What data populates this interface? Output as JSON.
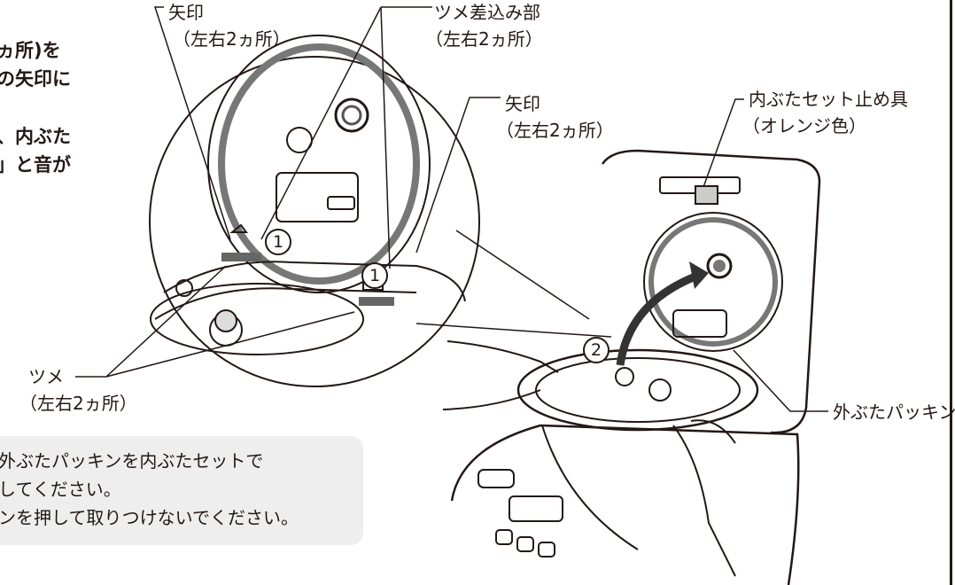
{
  "instructions": {
    "line1": "ヵ所)を",
    "line2": "の矢印に",
    "line3": "、内ぶた",
    "line4": "」と音が"
  },
  "labels": {
    "arrow_mark_left": "矢印",
    "arrow_mark_left_sub": "（左右2ヵ所）",
    "claw_insert": "ツメ差込み部",
    "claw_insert_sub": "（左右2ヵ所）",
    "arrow_mark_mid": "矢印",
    "arrow_mark_mid_sub": "（左右2ヵ所）",
    "lid_stopper": "内ぶたセット止め具",
    "lid_stopper_sub": "（オレンジ色）",
    "claw": "ツメ",
    "claw_sub": "（左右2ヵ所）",
    "outer_packing": "外ぶたパッキン"
  },
  "steps": {
    "step1": "1",
    "step2": "2"
  },
  "note": {
    "line1": "外ぶたパッキンを内ぶたセットで",
    "line2": "してください。",
    "line3": "ンを押して取りつけないでください。"
  }
}
